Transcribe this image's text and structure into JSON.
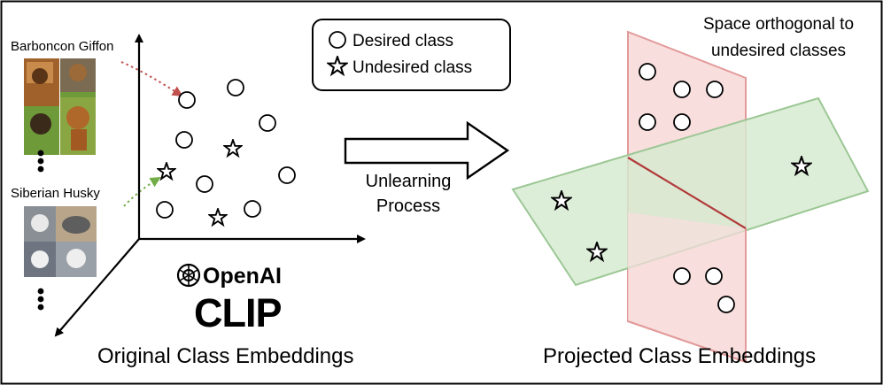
{
  "legend": {
    "desired_label": "Desired class",
    "undesired_label": "Undesired class"
  },
  "left": {
    "class_a_label": "Barboncon Giffon",
    "class_b_label": "Siberian Husky",
    "logo_brand": "OpenAI",
    "logo_model": "CLIP",
    "caption": "Original Class Embeddings"
  },
  "middle": {
    "process_line1": "Unlearning",
    "process_line2": "Process"
  },
  "right": {
    "plane_label_line1": "Space orthogonal to",
    "plane_label_line2": "undesired classes",
    "caption": "Projected Class Embeddings"
  },
  "colors": {
    "pink_plane_fill": "#f9dede",
    "pink_plane_stroke": "#e29a9a",
    "green_plane_fill": "#d5ead0",
    "green_plane_stroke": "#9cc795",
    "intersection_line": "#b23a3a",
    "arrow_red": "#c0504d",
    "arrow_green": "#70ad47",
    "dog_brown": "#a0612b",
    "dog_grass": "#6e9a3a",
    "husky_gray": "#8a8f96"
  }
}
